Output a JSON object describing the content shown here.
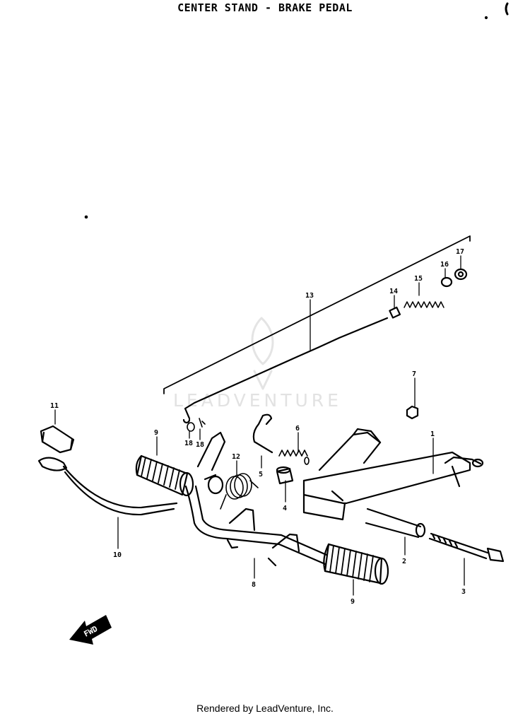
{
  "header": {
    "title": "CENTER STAND - BRAKE PEDAL"
  },
  "footer": {
    "credit": "Rendered by LeadVenture, Inc."
  },
  "watermark": {
    "text": "LEADVENTURE"
  },
  "fwd_arrow": {
    "label": "FWD"
  },
  "callouts": [
    {
      "id": "1",
      "label": "1"
    },
    {
      "id": "2",
      "label": "2"
    },
    {
      "id": "3",
      "label": "3"
    },
    {
      "id": "4",
      "label": "4"
    },
    {
      "id": "5",
      "label": "5"
    },
    {
      "id": "6",
      "label": "6"
    },
    {
      "id": "7",
      "label": "7"
    },
    {
      "id": "8",
      "label": "8"
    },
    {
      "id": "9a",
      "label": "9"
    },
    {
      "id": "9b",
      "label": "9"
    },
    {
      "id": "10",
      "label": "10"
    },
    {
      "id": "11",
      "label": "11"
    },
    {
      "id": "12",
      "label": "12"
    },
    {
      "id": "13",
      "label": "13"
    },
    {
      "id": "14",
      "label": "14"
    },
    {
      "id": "15",
      "label": "15"
    },
    {
      "id": "16",
      "label": "16"
    },
    {
      "id": "17",
      "label": "17"
    },
    {
      "id": "18a",
      "label": "18"
    },
    {
      "id": "18b",
      "label": "18"
    }
  ]
}
